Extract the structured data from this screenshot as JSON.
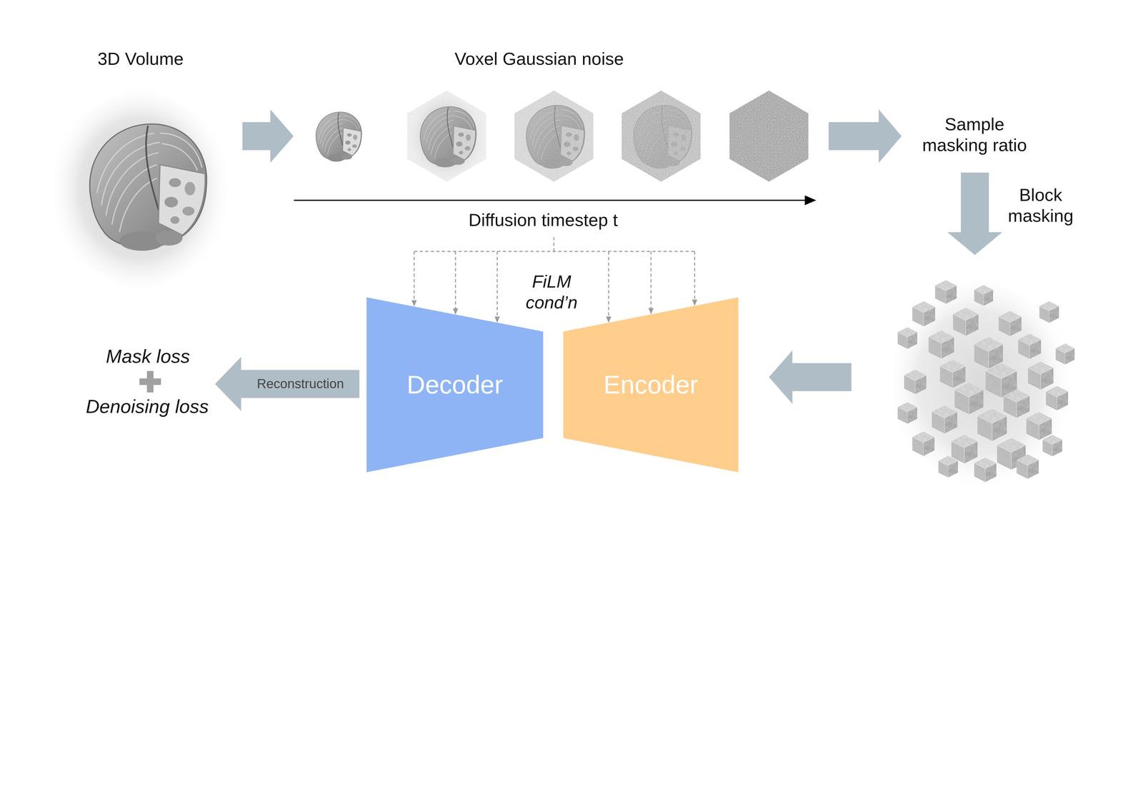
{
  "diagram": {
    "nodes": [
      {
        "text": [
          "3D Volume"
        ]
      },
      {
        "text": [
          "Voxel Gaussian noise"
        ]
      },
      {
        "text": [
          "Decoder"
        ]
      },
      {
        "text": [
          "Encoder"
        ]
      }
    ],
    "edges": [
      {
        "from": 0,
        "to": 1,
        "arrow": "to"
      }
    ],
    "labels": [
      "Sample masking ratio",
      "Block masking",
      "Diffusion timestep t",
      "FiLM cond’n",
      "Reconstruction",
      "Mask loss",
      "Denoising loss"
    ]
  }
}
